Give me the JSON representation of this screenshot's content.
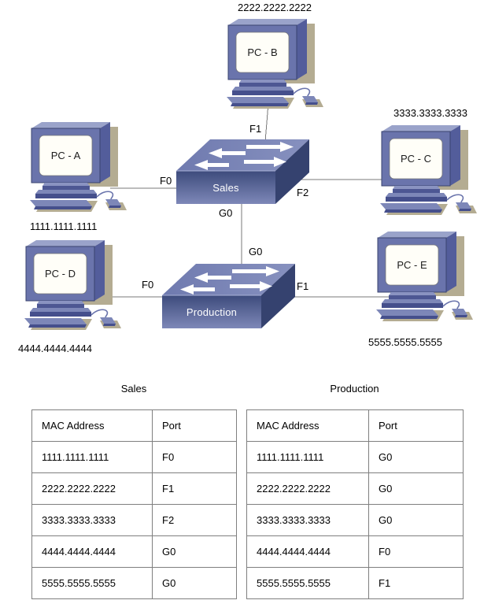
{
  "diagram": {
    "nodes": {
      "pc_a": {
        "label": "PC - A",
        "mac": "1111.1111.1111"
      },
      "pc_b": {
        "label": "PC - B",
        "mac": "2222.2222.2222"
      },
      "pc_c": {
        "label": "PC - C",
        "mac": "3333.3333.3333"
      },
      "pc_d": {
        "label": "PC - D",
        "mac": "4444.4444.4444"
      },
      "pc_e": {
        "label": "PC - E",
        "mac": "5555.5555.5555"
      },
      "switch_sales": {
        "label": "Sales"
      },
      "switch_production": {
        "label": "Production"
      }
    },
    "port_labels": {
      "sales_f0": "F0",
      "sales_f1": "F1",
      "sales_f2": "F2",
      "sales_g0": "G0",
      "production_g0": "G0",
      "production_f0": "F0",
      "production_f1": "F1"
    },
    "links": [
      {
        "from": "pc_a",
        "to": "switch_sales",
        "port": "F0"
      },
      {
        "from": "pc_b",
        "to": "switch_sales",
        "port": "F1"
      },
      {
        "from": "pc_c",
        "to": "switch_sales",
        "port": "F2"
      },
      {
        "from": "switch_sales",
        "to": "switch_production",
        "ports": "G0-G0"
      },
      {
        "from": "pc_d",
        "to": "switch_production",
        "port": "F0"
      },
      {
        "from": "pc_e",
        "to": "switch_production",
        "port": "F1"
      }
    ],
    "colors": {
      "device_body": "#6a74ac",
      "device_dark": "#39436f",
      "device_light": "#9aa3ca",
      "switch_top": "#7b85b7",
      "switch_side": "#35426f",
      "shadow": "#b4ac92",
      "link_line": "#7a7a7a",
      "table_border": "#7f7f7f"
    }
  },
  "tables": [
    {
      "title": "Sales",
      "headers": [
        "MAC Address",
        "Port"
      ],
      "rows": [
        [
          "1111.1111.1111",
          "F0"
        ],
        [
          "2222.2222.2222",
          "F1"
        ],
        [
          "3333.3333.3333",
          "F2"
        ],
        [
          "4444.4444.4444",
          "G0"
        ],
        [
          "5555.5555.5555",
          "G0"
        ]
      ]
    },
    {
      "title": "Production",
      "headers": [
        "MAC Address",
        "Port"
      ],
      "rows": [
        [
          "1111.1111.1111",
          "G0"
        ],
        [
          "2222.2222.2222",
          "G0"
        ],
        [
          "3333.3333.3333",
          "G0"
        ],
        [
          "4444.4444.4444",
          "F0"
        ],
        [
          "5555.5555.5555",
          "F1"
        ]
      ]
    }
  ]
}
